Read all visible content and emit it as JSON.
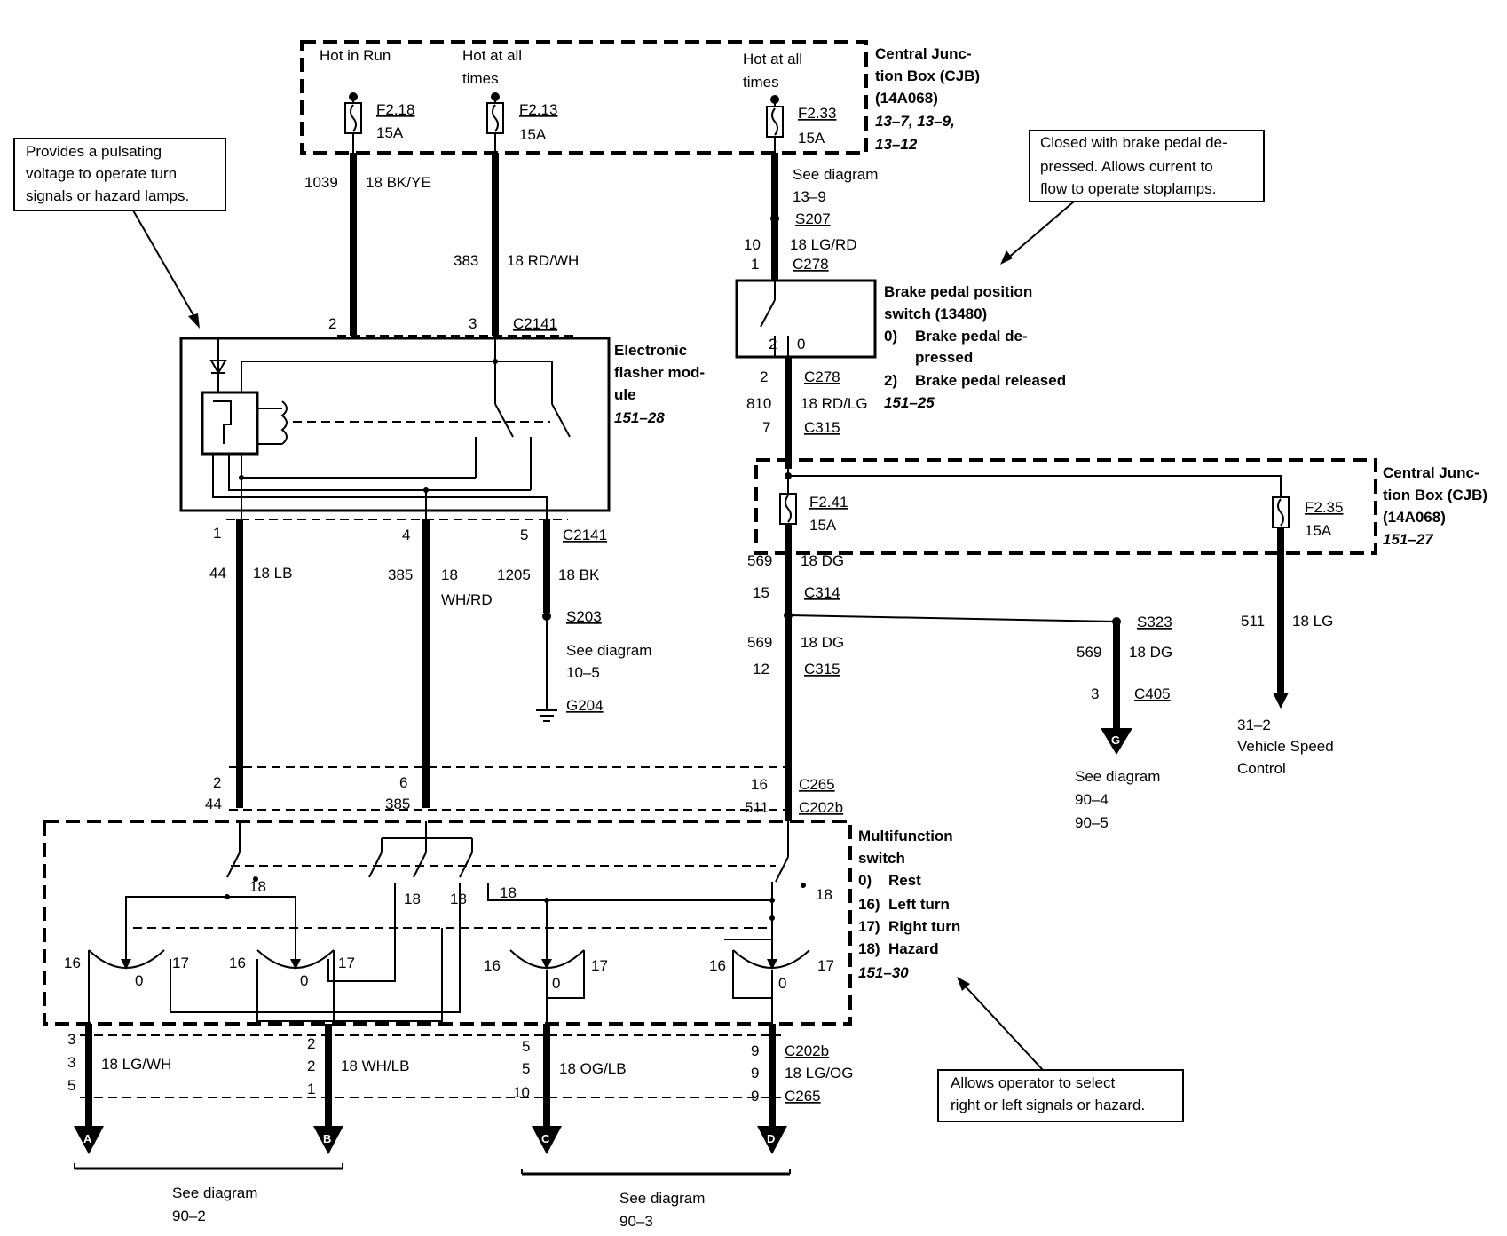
{
  "cjb_top": {
    "title_lines": [
      "Central Junc-",
      "tion Box (CJB)",
      "(14A068)"
    ],
    "ref_lines": [
      "13–7, 13–9,",
      "13–12"
    ],
    "hot_in_run": "Hot in Run",
    "hot_all_1": [
      "Hot at all",
      "times"
    ],
    "hot_all_2": [
      "Hot at all",
      "times"
    ],
    "fuse1": {
      "id": "F2.18",
      "amp": "15A"
    },
    "fuse2": {
      "id": "F2.13",
      "amp": "15A"
    },
    "fuse3": {
      "id": "F2.33",
      "amp": "15A"
    }
  },
  "note_flasher": [
    "Provides a pulsating",
    "voltage to operate turn",
    "signals or hazard lamps."
  ],
  "note_brake": [
    "Closed with brake pedal de-",
    "pressed. Allows current to",
    "flow to operate stoplamps."
  ],
  "note_multi": [
    "Allows operator to select",
    "right or left signals or hazard."
  ],
  "wires": {
    "w1039_c": "1039",
    "w1039_g": "18 BK/YE",
    "w383_c": "383",
    "w383_g": "18 RD/WH",
    "w44_c": "44",
    "w44_g": "18 LB",
    "w385_c": "385",
    "w385_g1": "18",
    "w385_g2": "WH/RD",
    "w1205_c": "1205",
    "w1205_g": "18 BK",
    "w10_c": "10",
    "w10_g": "18 LG/RD",
    "w810_c": "810",
    "w810_g": "18 RD/LG",
    "w569a_c": "569",
    "w569a_g": "18 DG",
    "w569b_c": "569",
    "w569b_g": "18 DG",
    "w569c_c": "569",
    "w569c_g": "18 DG",
    "w511_c": "511",
    "w511_g": "18 LG",
    "wA_g": "18 LG/WH",
    "wB_g": "18 WH/LB",
    "wC_g": "18 OG/LB",
    "wD_g": "18 LG/OG"
  },
  "conn": {
    "c2141": "C2141",
    "c2141b": "C2141",
    "c278a": "C278",
    "c278b": "C278",
    "c315a": "C315",
    "c315b": "C315",
    "c314": "C314",
    "c265a": "C265",
    "c202a": "C202b",
    "c202b": "C202b",
    "c265b": "C265",
    "c405": "C405",
    "s207": "S207",
    "s203": "S203",
    "s323": "S323",
    "g204": "G204"
  },
  "pins": {
    "p2": "2",
    "p3": "3",
    "p1": "1",
    "p4": "4",
    "p5": "5",
    "p1_c278": "1",
    "p2_c278": "2",
    "p7": "7",
    "p15": "15",
    "p12": "12",
    "p3_c405": "3",
    "j2": "2",
    "j44": "44",
    "j6": "6",
    "j385": "385",
    "j16": "16",
    "j511": "511",
    "a1": "3",
    "a2": "3",
    "a3": "5",
    "b1": "2",
    "b2": "2",
    "b3": "1",
    "c1": "5",
    "c2": "5",
    "c3": "10",
    "d1": "9",
    "d2": "9",
    "d3": "9"
  },
  "see": {
    "s13_9": [
      "See diagram",
      "13–9"
    ],
    "s10_5": [
      "See diagram",
      "10–5"
    ],
    "s90_4": [
      "See diagram",
      "90–4",
      "90–5"
    ],
    "s90_2": [
      "See diagram",
      "90–2"
    ],
    "s90_3": [
      "See diagram",
      "90–3"
    ],
    "s31_2": [
      "31–2",
      "Vehicle Speed",
      "Control"
    ]
  },
  "flasher": {
    "title_lines": [
      "Electronic",
      "flasher mod-",
      "ule"
    ],
    "ref": "151–28"
  },
  "brake_switch": {
    "title_lines": [
      "Brake pedal position",
      "switch (13480)"
    ],
    "pos0": "0)",
    "pos0_lines": [
      "Brake pedal de-",
      "pressed"
    ],
    "pos2": "2)",
    "pos2_text": "Brake pedal released",
    "ref": "151–25",
    "pin2": "2",
    "pin0": "0"
  },
  "cjb_mid": {
    "title_lines": [
      "Central Junc-",
      "tion Box (CJB)",
      "(14A068)"
    ],
    "ref": "151–27",
    "fuse1": {
      "id": "F2.41",
      "amp": "15A"
    },
    "fuse2": {
      "id": "F2.35",
      "amp": "15A"
    }
  },
  "multi": {
    "title_lines": [
      "Multifunction",
      "switch"
    ],
    "legend": [
      {
        "k": "0)",
        "v": "Rest"
      },
      {
        "k": "16)",
        "v": "Left turn"
      },
      {
        "k": "17)",
        "v": "Right turn"
      },
      {
        "k": "18)",
        "v": "Hazard"
      }
    ],
    "ref": "151–30",
    "n18": "18",
    "n16": "16",
    "n17": "17",
    "n0": "0"
  },
  "terminals": {
    "a": "A",
    "b": "B",
    "c": "C",
    "d": "D",
    "g": "G"
  }
}
